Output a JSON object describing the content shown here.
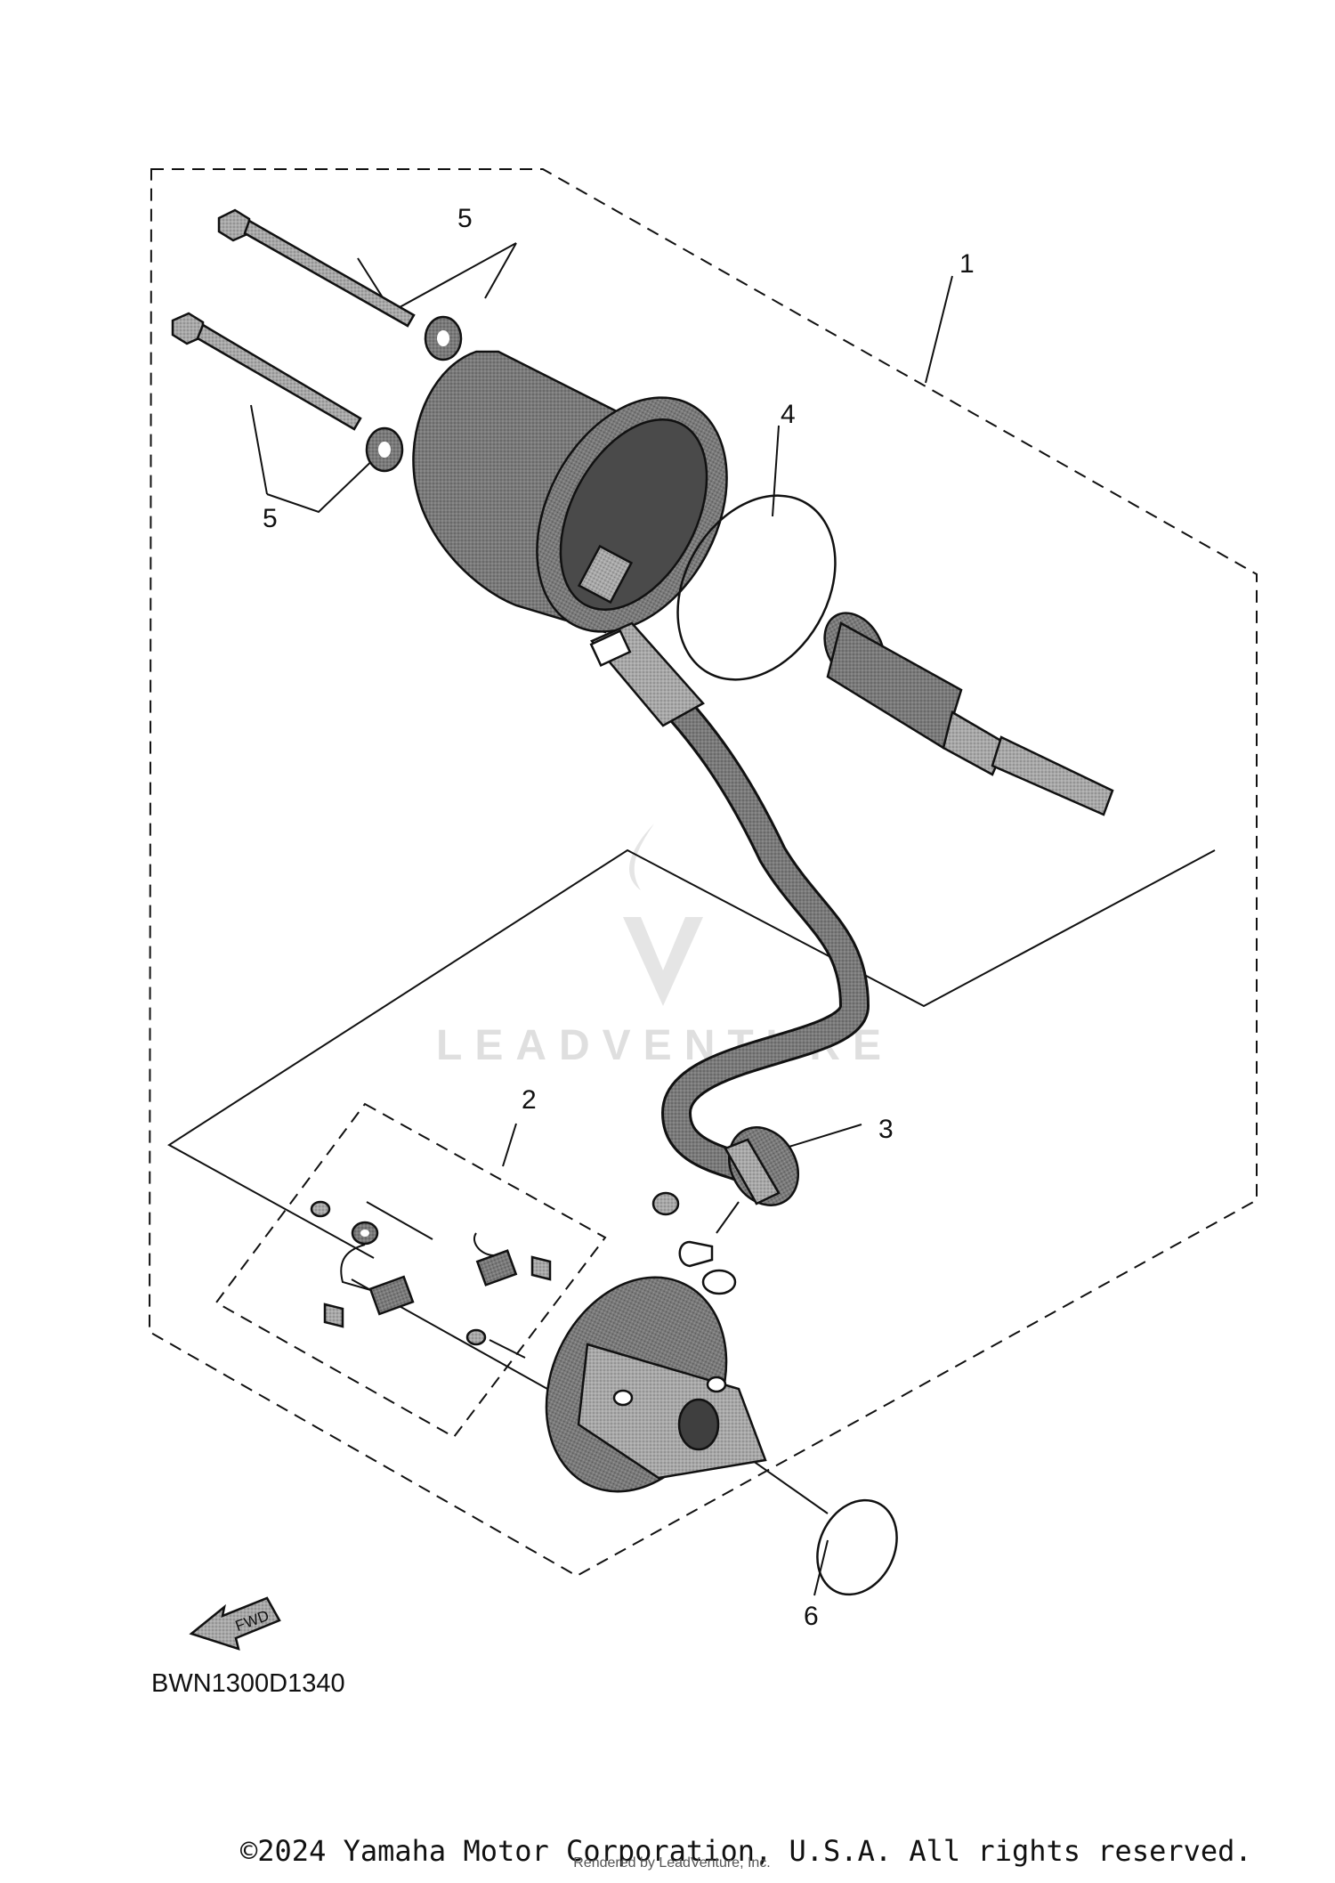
{
  "callouts": {
    "c1": "1",
    "c2": "2",
    "c3": "3",
    "c4": "4",
    "c5a": "5",
    "c5b": "5",
    "c6": "6"
  },
  "fwd_label": "FWD",
  "drawing_id": "BWN1300D1340",
  "copyright": "©2024 Yamaha Motor Corporation, U.S.A. All rights reserved.",
  "watermark": {
    "logo_text": "LEADVENTURE",
    "rendered_by": "Rendered by LeadVenture, Inc."
  },
  "colors": {
    "line": "#111111",
    "part_fill": "#6e6e6e",
    "part_dark": "#3e3e3e",
    "watermark": "#dcdcdc"
  }
}
